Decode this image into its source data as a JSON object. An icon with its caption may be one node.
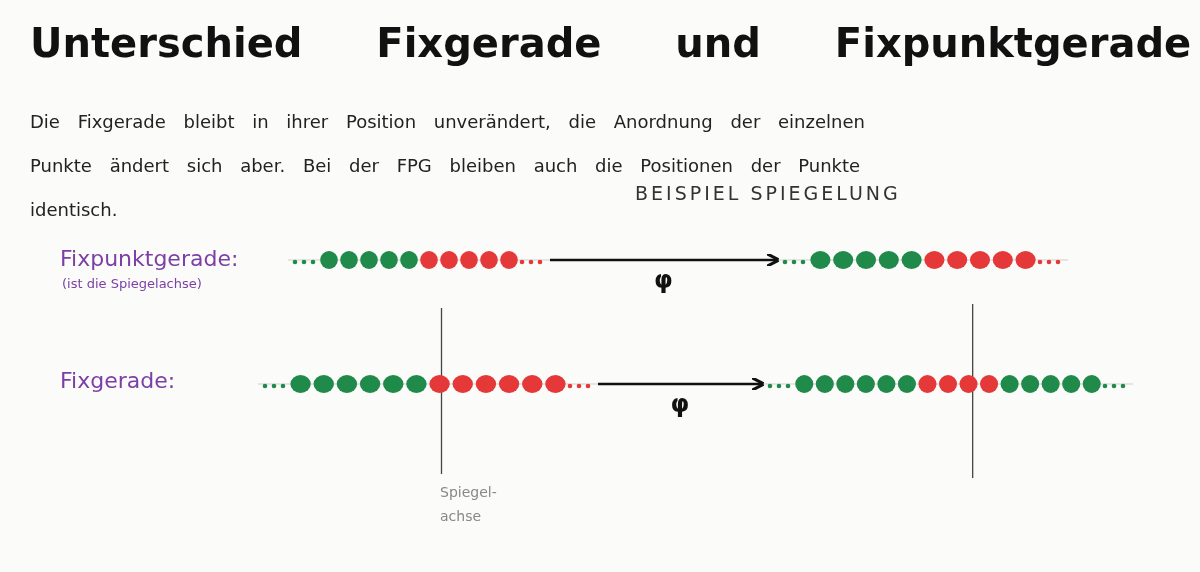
{
  "diagram": {
    "title": "Unterschied Fixgerade und Fixpunktgerade",
    "caption": "Die Fixgerade bleibt in ihrer Position unverändert, die Anordnung der einzelnen Punkte ändert sich aber. Bei der FPG bleiben auch die Positionen der Punkte identisch.",
    "nodes": [
      {
        "text": [],
        "shape": "picture"
      },
      {
        "text": [],
        "shape": "picture"
      },
      {
        "text": [],
        "shape": "picture"
      },
      {
        "text": [],
        "shape": "picture"
      }
    ],
    "edges": [
      {
        "from": 0,
        "to": 1,
        "arrow": "to",
        "label": "φ"
      },
      {
        "from": 2,
        "to": 3,
        "arrow": "to",
        "label": "φ"
      }
    ],
    "labels": [
      "BEISPIEL SPIEGELUNG",
      "Fixpunktgerade:",
      "(ist die Spiegelachse)",
      "Fixgerade:",
      "Spiegel- achse"
    ]
  }
}
